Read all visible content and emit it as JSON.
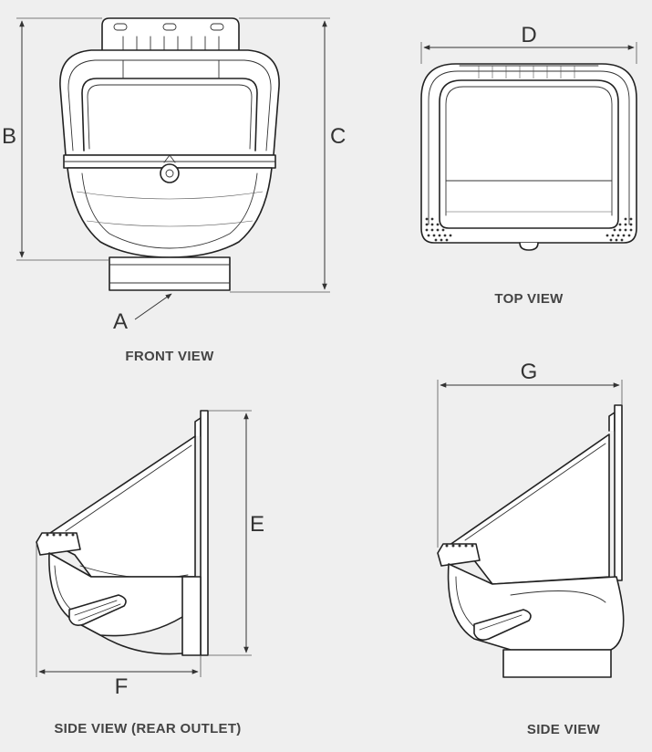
{
  "dimensions": {
    "a": "A",
    "b": "B",
    "c": "C",
    "d": "D",
    "e": "E",
    "f": "F",
    "g": "G"
  },
  "views": {
    "front": "FRONT VIEW",
    "top": "TOP VIEW",
    "side_rear": "SIDE VIEW (REAR OUTLET)",
    "side": "SIDE VIEW"
  },
  "colors": {
    "background": "#efefef",
    "line": "#222222",
    "text": "#444444"
  }
}
